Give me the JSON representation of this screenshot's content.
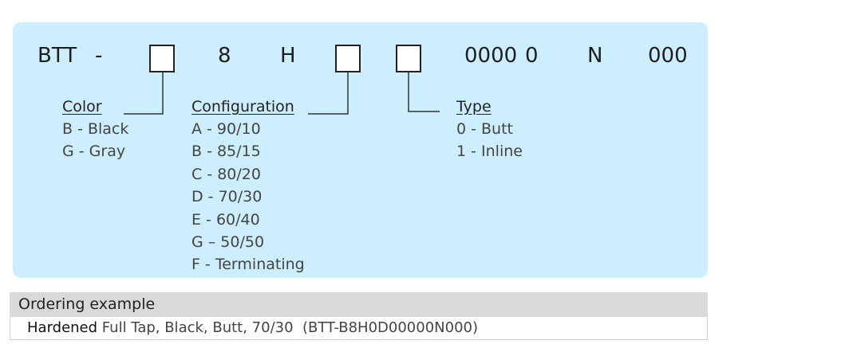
{
  "part_number": {
    "segments": [
      "BTT",
      "-",
      "8",
      "H",
      "0000",
      "0",
      "N",
      "000"
    ]
  },
  "fields": {
    "color": {
      "heading": "Color",
      "options": [
        "B - Black",
        "G - Gray"
      ]
    },
    "configuration": {
      "heading": "Configuration",
      "options": [
        "A - 90/10",
        "B - 85/15",
        "C - 80/20",
        "D - 70/30",
        "E - 60/40",
        "G – 50/50",
        "F - Terminating"
      ]
    },
    "type": {
      "heading": "Type",
      "options": [
        "0 - Butt",
        "1 - Inline"
      ]
    }
  },
  "ordering_example": {
    "header": "Ordering example",
    "lead": "Hardened",
    "description": "Full Tap, Black, Butt, 70/30",
    "code": "(BTT-B8H0D00000N000)"
  },
  "colors": {
    "panel": "#cdeefe",
    "header_bg": "#d9d9d9"
  }
}
